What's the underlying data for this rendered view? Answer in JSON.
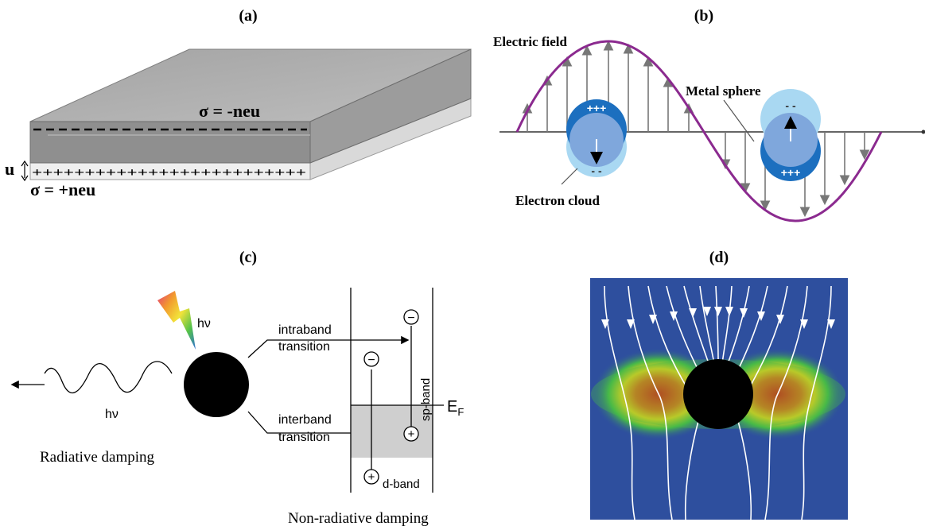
{
  "panels": {
    "a": {
      "label": "(a)",
      "top_charge": "σ = -neu",
      "bottom_charge": "σ = +neu",
      "displacement": "u",
      "plus_row": "++++++++++++++++++++++++++",
      "colors": {
        "slab_top": "#a9a9a9",
        "slab_front": "#8f8f8f",
        "lower_slab": "#e6e6e6"
      }
    },
    "b": {
      "label": "(b)",
      "field_label": "Electric field",
      "sphere_label": "Metal sphere",
      "cloud_label": "Electron cloud",
      "sphere1_top": "+++",
      "sphere1_bottom": "- -",
      "sphere2_top": "- -",
      "sphere2_bottom": "+++",
      "colors": {
        "wave": "#8b2a8f",
        "sphere_dark": "#1c6fbf",
        "sphere_light": "#a9d8f2",
        "sphere_mid": "#7fa7dc"
      }
    },
    "c": {
      "label": "(c)",
      "photon_in": "hν",
      "photon_out": "hν",
      "radiative": "Radiative damping",
      "nonradiative": "Non-radiative damping",
      "intraband_1": "intraband",
      "intraband_2": "transition",
      "interband_1": "interband",
      "interband_2": "transition",
      "sp_band": "sp-band",
      "d_band": "d-band",
      "fermi": "E",
      "fermi_sub": "F",
      "minus": "−",
      "plus": "+"
    },
    "d": {
      "label": "(d)",
      "colors": {
        "background": "#2e4f9e",
        "particle": "#000000",
        "field_lines": "#ffffff"
      }
    }
  }
}
